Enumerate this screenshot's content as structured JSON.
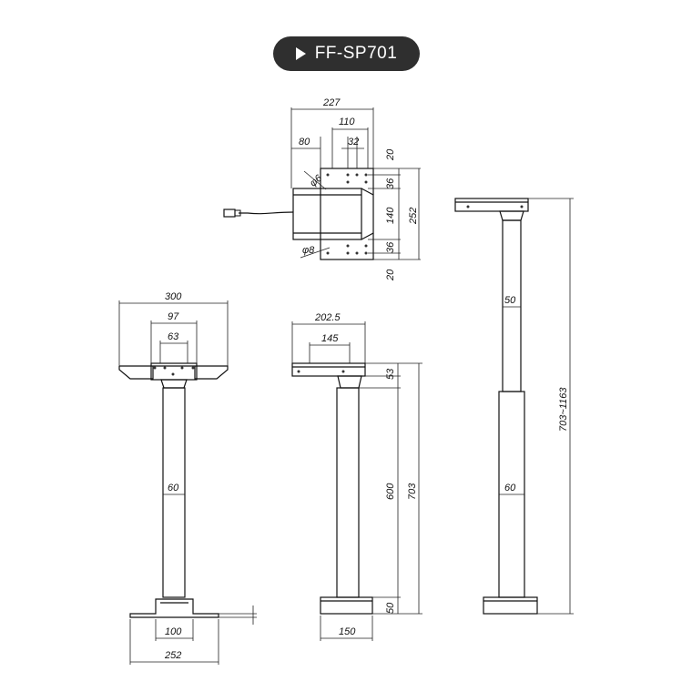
{
  "title": {
    "label": "FF-SP701",
    "icon": "play-triangle-icon"
  },
  "dimensions": {
    "top_width": "227",
    "top_inner": "110",
    "top_left": "80",
    "top_small": "32",
    "top_d1": "20",
    "top_d2": "36",
    "top_d3": "140",
    "top_d4": "36",
    "top_d5": "20",
    "top_total": "252",
    "hole_a": "φ6",
    "hole_b": "φ8",
    "front_top": "300",
    "front_mid": "97",
    "front_small": "63",
    "front_col": "60",
    "front_base_inner": "100",
    "front_base": "252",
    "side_top": "202.5",
    "side_inner": "145",
    "side_head": "53",
    "side_col": "600",
    "side_total": "703",
    "side_foot": "50",
    "side_base": "150",
    "ext_upper": "50",
    "ext_lower": "60",
    "ext_range": "703~1163"
  }
}
